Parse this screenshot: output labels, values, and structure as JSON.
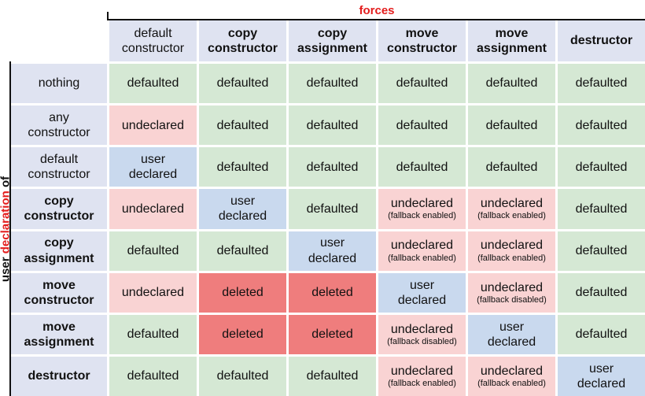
{
  "top_label": "forces",
  "side_label": {
    "prefix": "user ",
    "accent": "declaration",
    "suffix": " of"
  },
  "columns": [
    {
      "text": "default\nconstructor",
      "bold": false
    },
    {
      "text": "copy\nconstructor",
      "bold": true
    },
    {
      "text": "copy\nassignment",
      "bold": true
    },
    {
      "text": "move\nconstructor",
      "bold": true
    },
    {
      "text": "move\nassignment",
      "bold": true
    },
    {
      "text": "destructor",
      "bold": true
    }
  ],
  "rows": [
    {
      "label": "nothing",
      "bold": false,
      "cells": [
        {
          "text": "defaulted",
          "type": "defaulted"
        },
        {
          "text": "defaulted",
          "type": "defaulted"
        },
        {
          "text": "defaulted",
          "type": "defaulted"
        },
        {
          "text": "defaulted",
          "type": "defaulted"
        },
        {
          "text": "defaulted",
          "type": "defaulted"
        },
        {
          "text": "defaulted",
          "type": "defaulted"
        }
      ]
    },
    {
      "label": "any\nconstructor",
      "bold": false,
      "cells": [
        {
          "text": "undeclared",
          "type": "undeclared"
        },
        {
          "text": "defaulted",
          "type": "defaulted"
        },
        {
          "text": "defaulted",
          "type": "defaulted"
        },
        {
          "text": "defaulted",
          "type": "defaulted"
        },
        {
          "text": "defaulted",
          "type": "defaulted"
        },
        {
          "text": "defaulted",
          "type": "defaulted"
        }
      ]
    },
    {
      "label": "default\nconstructor",
      "bold": false,
      "cells": [
        {
          "text": "user\ndeclared",
          "type": "user"
        },
        {
          "text": "defaulted",
          "type": "defaulted"
        },
        {
          "text": "defaulted",
          "type": "defaulted"
        },
        {
          "text": "defaulted",
          "type": "defaulted"
        },
        {
          "text": "defaulted",
          "type": "defaulted"
        },
        {
          "text": "defaulted",
          "type": "defaulted"
        }
      ]
    },
    {
      "label": "copy\nconstructor",
      "bold": true,
      "cells": [
        {
          "text": "undeclared",
          "type": "undeclared"
        },
        {
          "text": "user\ndeclared",
          "type": "user"
        },
        {
          "text": "defaulted",
          "type": "defaulted"
        },
        {
          "text": "undeclared",
          "note": "(fallback enabled)",
          "type": "undeclared"
        },
        {
          "text": "undeclared",
          "note": "(fallback enabled)",
          "type": "undeclared"
        },
        {
          "text": "defaulted",
          "type": "defaulted"
        }
      ]
    },
    {
      "label": "copy\nassignment",
      "bold": true,
      "cells": [
        {
          "text": "defaulted",
          "type": "defaulted"
        },
        {
          "text": "defaulted",
          "type": "defaulted"
        },
        {
          "text": "user\ndeclared",
          "type": "user"
        },
        {
          "text": "undeclared",
          "note": "(fallback enabled)",
          "type": "undeclared"
        },
        {
          "text": "undeclared",
          "note": "(fallback enabled)",
          "type": "undeclared"
        },
        {
          "text": "defaulted",
          "type": "defaulted"
        }
      ]
    },
    {
      "label": "move\nconstructor",
      "bold": true,
      "cells": [
        {
          "text": "undeclared",
          "type": "undeclared"
        },
        {
          "text": "deleted",
          "type": "deleted"
        },
        {
          "text": "deleted",
          "type": "deleted"
        },
        {
          "text": "user\ndeclared",
          "type": "user"
        },
        {
          "text": "undeclared",
          "note": "(fallback disabled)",
          "type": "undeclared"
        },
        {
          "text": "defaulted",
          "type": "defaulted"
        }
      ]
    },
    {
      "label": "move\nassignment",
      "bold": true,
      "cells": [
        {
          "text": "defaulted",
          "type": "defaulted"
        },
        {
          "text": "deleted",
          "type": "deleted"
        },
        {
          "text": "deleted",
          "type": "deleted"
        },
        {
          "text": "undeclared",
          "note": "(fallback disabled)",
          "type": "undeclared"
        },
        {
          "text": "user\ndeclared",
          "type": "user"
        },
        {
          "text": "defaulted",
          "type": "defaulted"
        }
      ]
    },
    {
      "label": "destructor",
      "bold": true,
      "cells": [
        {
          "text": "defaulted",
          "type": "defaulted"
        },
        {
          "text": "defaulted",
          "type": "defaulted"
        },
        {
          "text": "defaulted",
          "type": "defaulted"
        },
        {
          "text": "undeclared",
          "note": "(fallback enabled)",
          "type": "undeclared"
        },
        {
          "text": "undeclared",
          "note": "(fallback enabled)",
          "type": "undeclared"
        },
        {
          "text": "user\ndeclared",
          "type": "user"
        }
      ]
    }
  ],
  "colors": {
    "defaulted": "#d5e8d4",
    "undeclared": "#f9d3d3",
    "user": "#c9d9ee",
    "deleted": "#ef7d7d",
    "header": "#dfe3f1",
    "accent": "#e31c1c"
  }
}
